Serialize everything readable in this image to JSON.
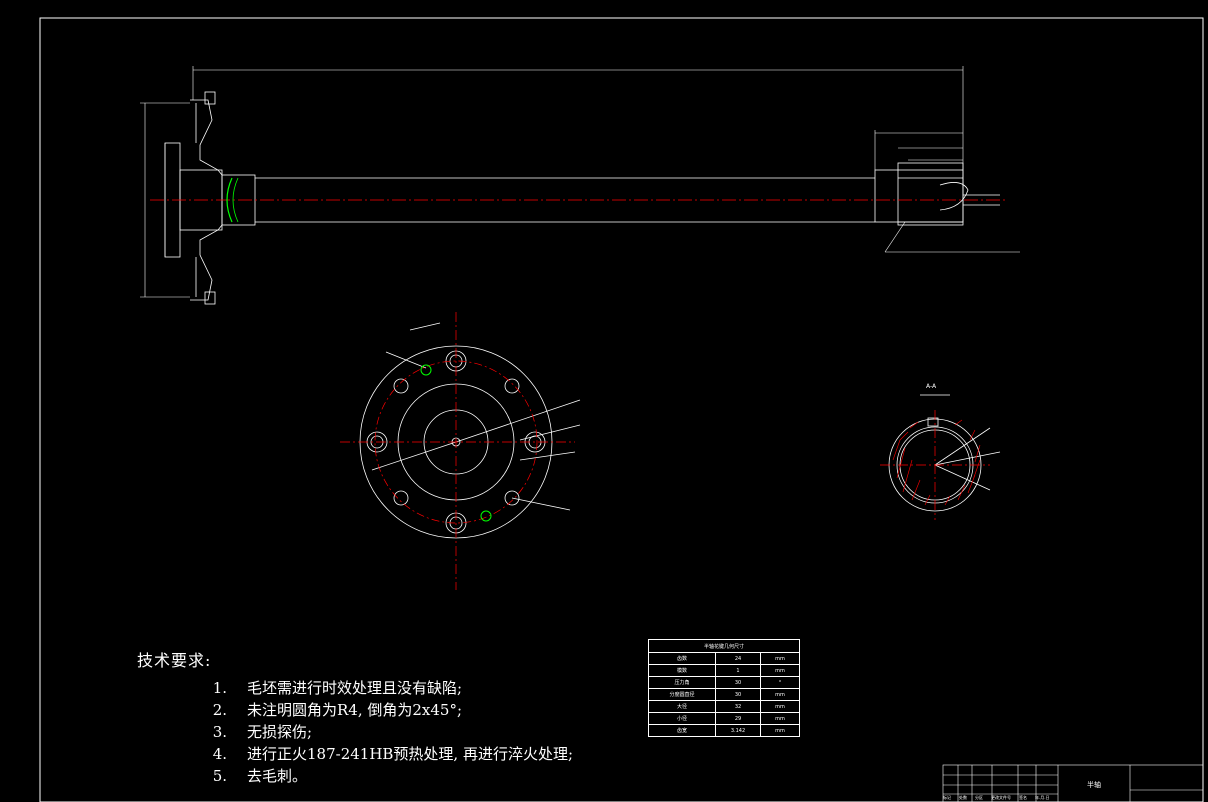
{
  "tech_requirements": {
    "title": "技术要求:",
    "items": [
      {
        "num": "1.",
        "text": "毛坯需进行时效处理且没有缺陷;"
      },
      {
        "num": "2.",
        "text": "未注明圆角为R4, 倒角为2x45°;"
      },
      {
        "num": "3.",
        "text": "无损探伤;"
      },
      {
        "num": "4.",
        "text": "进行正火187-241HB预热处理, 再进行淬火处理;"
      },
      {
        "num": "5.",
        "text": "去毛刺。"
      }
    ]
  },
  "spline_table": {
    "title": "半轴花键几何尺寸",
    "rows": [
      [
        "齿数",
        "24",
        "mm"
      ],
      [
        "模数",
        "1",
        "mm"
      ],
      [
        "压力角",
        "30",
        "°"
      ],
      [
        "分度圆直径",
        "30",
        "mm"
      ],
      [
        "大径",
        "32",
        "mm"
      ],
      [
        "小径",
        "29",
        "mm"
      ],
      [
        "齿宽",
        "3.142",
        "mm"
      ]
    ]
  },
  "title_block": {
    "name": "半轴",
    "labels": [
      "标记",
      "处数",
      "分区",
      "更改文件号",
      "签名",
      "年.月.日"
    ]
  },
  "section_label": "A-A",
  "colors": {
    "background": "#000000",
    "line": "#ffffff",
    "centerline": "#ff0000",
    "highlight": "#00ff00"
  }
}
